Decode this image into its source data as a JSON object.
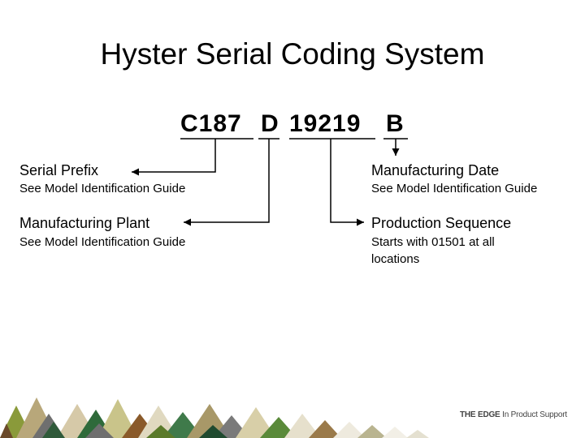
{
  "title": "Hyster Serial Coding System",
  "code": {
    "prefix": "C187",
    "plant": "D",
    "sequence": "19219",
    "date": "B"
  },
  "items": [
    {
      "label": "Serial Prefix",
      "desc": "See Model Identification Guide"
    },
    {
      "label": "Manufacturing Date",
      "desc": "See Model Identification Guide"
    },
    {
      "label": "Manufacturing Plant",
      "desc": "See Model Identification Guide"
    },
    {
      "label": "Production Sequence",
      "desc": "Starts with 01501 at all locations"
    }
  ],
  "footer": {
    "brand": "THE EDGE",
    "tagline": "In Product Support"
  },
  "colors": {
    "line": "#000000",
    "text": "#000000"
  }
}
